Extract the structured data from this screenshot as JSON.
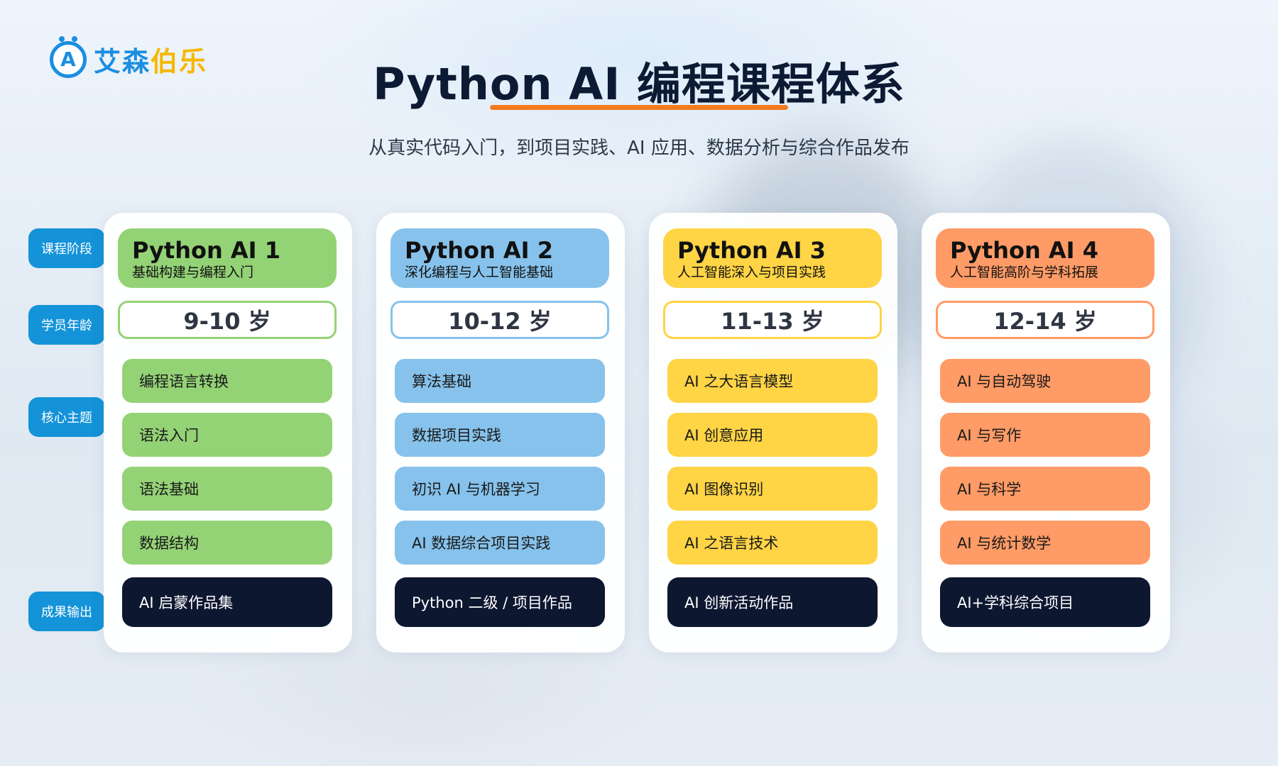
{
  "brand": {
    "logo_letter": "A",
    "name_part1": "艾森",
    "name_part2": "伯乐"
  },
  "title": "Python AI 编程课程体系",
  "subtitle": "从真实代码入门，到项目实践、AI 应用、数据分析与综合作品发布",
  "row_labels": {
    "stage": "课程阶段",
    "age": "学员年龄",
    "topics": "核心主题",
    "output": "成果输出"
  },
  "colors": {
    "accent_orange": "#f27b1f",
    "label_blue": "#1493d8",
    "output_dark": "#0d1730",
    "green": "#94d276",
    "blue": "#86c2eb",
    "yellow": "#ffd445",
    "orange": "#ff9b66"
  },
  "courses": [
    {
      "name": "Python AI 1",
      "desc": "基础构建与编程入门",
      "age": "9-10 岁",
      "topics": [
        "编程语言转换",
        "语法入门",
        "语法基础",
        "数据结构"
      ],
      "output": "AI 启蒙作品集",
      "color": "#94d276"
    },
    {
      "name": "Python AI 2",
      "desc": "深化编程与人工智能基础",
      "age": "10-12 岁",
      "topics": [
        "算法基础",
        "数据项目实践",
        "初识 AI 与机器学习",
        "AI 数据综合项目实践"
      ],
      "output": "Python 二级 / 项目作品",
      "color": "#86c2eb"
    },
    {
      "name": "Python AI 3",
      "desc": "人工智能深入与项目实践",
      "age": "11-13 岁",
      "topics": [
        "AI 之大语言模型",
        "AI 创意应用",
        "AI 图像识别",
        "AI 之语言技术"
      ],
      "output": "AI 创新活动作品",
      "color": "#ffd445"
    },
    {
      "name": "Python AI 4",
      "desc": "人工智能高阶与学科拓展",
      "age": "12-14 岁",
      "topics": [
        "AI 与自动驾驶",
        "AI 与写作",
        "AI 与科学",
        "AI 与统计数学"
      ],
      "output": "AI+学科综合项目",
      "color": "#ff9b66"
    }
  ]
}
